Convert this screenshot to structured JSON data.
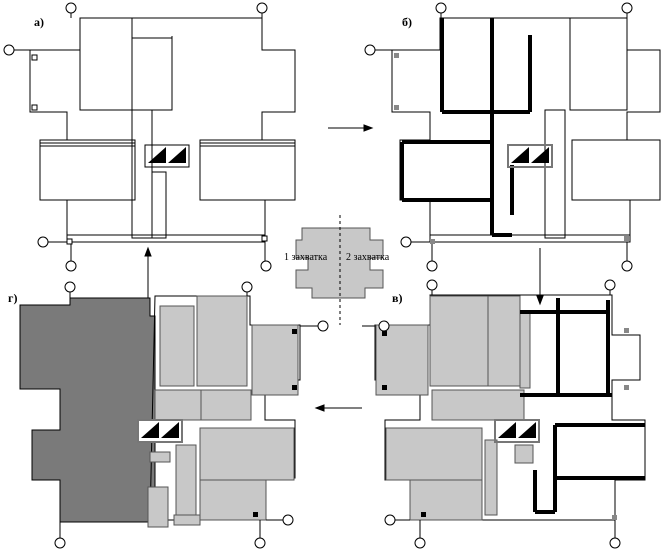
{
  "panels": {
    "a": "а)",
    "b": "б)",
    "v": "в)",
    "g": "г)"
  },
  "zones": {
    "z1": "1 захватка",
    "z2": "2 захватка"
  },
  "colors": {
    "light_fill": "#c8c8c8",
    "dark_fill": "#7a7a7a",
    "outline": "#000000"
  }
}
